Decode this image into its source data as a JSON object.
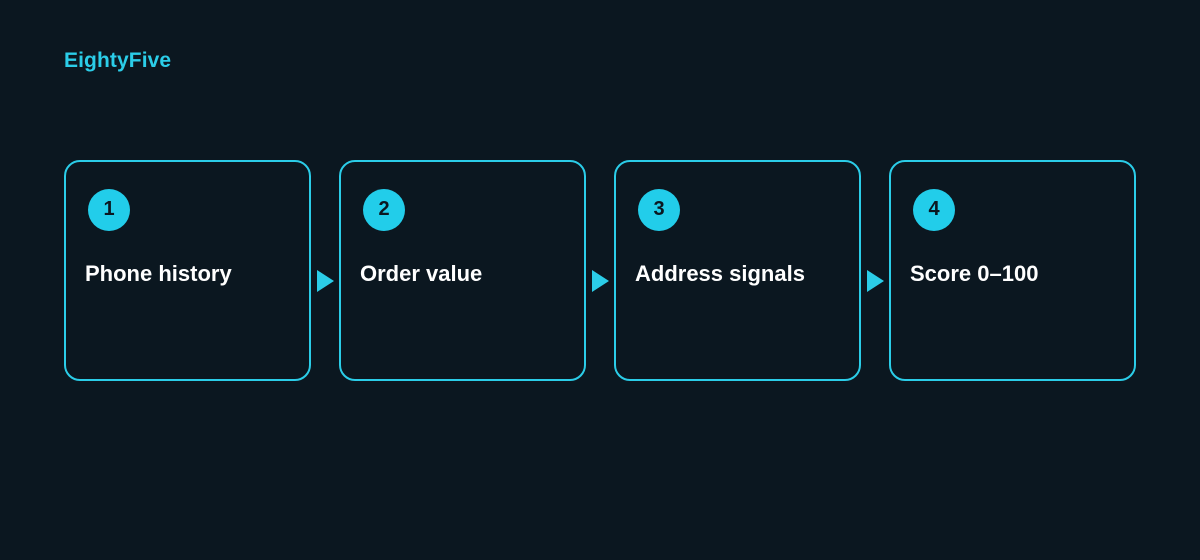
{
  "brand": {
    "name": "EightyFive"
  },
  "flow": {
    "steps": [
      {
        "number": "1",
        "label": "Phone history"
      },
      {
        "number": "2",
        "label": "Order value"
      },
      {
        "number": "3",
        "label": "Address signals"
      },
      {
        "number": "4",
        "label": "Score 0–100"
      }
    ]
  },
  "colors": {
    "background": "#0b1720",
    "accent": "#2bcde8",
    "text": "#ffffff"
  }
}
